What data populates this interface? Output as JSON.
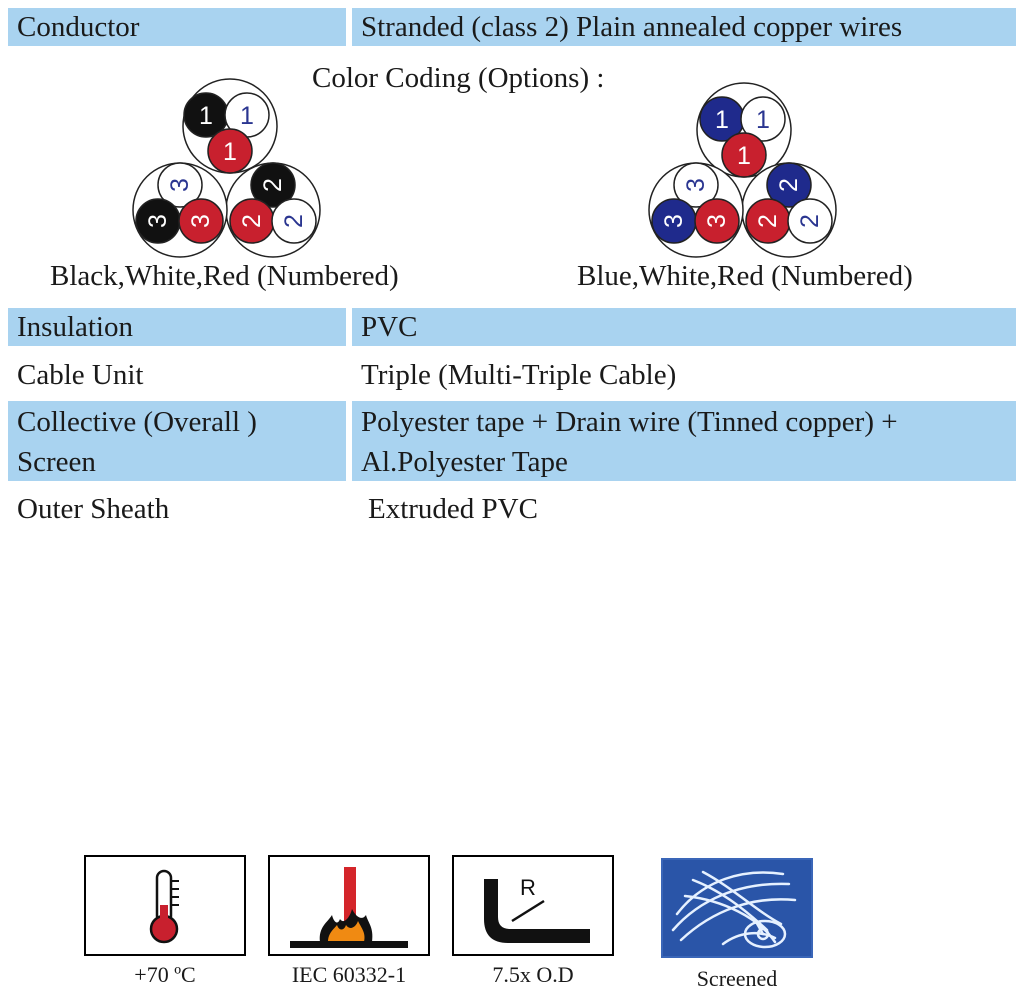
{
  "rows": {
    "conductor": {
      "label": "Conductor",
      "value": "Stranded (class 2) Plain annealed copper wires"
    },
    "insulation": {
      "label": "Insulation",
      "value": "PVC"
    },
    "cable_unit": {
      "label": "Cable Unit",
      "value": "Triple (Multi-Triple Cable)"
    },
    "screen": {
      "label_line1": "Collective (Overall )",
      "label_line2": "Screen",
      "value_line1": "Polyester tape + Drain wire (Tinned copper) +",
      "value_line2": "Al.Polyester Tape"
    },
    "outer_sheath": {
      "label": "Outer Sheath",
      "value": "Extruded PVC"
    }
  },
  "color_coding": {
    "heading": "Color Coding (Options) :",
    "option_a": {
      "caption": "Black,White,Red (Numbered)",
      "primary_color": "#111111",
      "numbers": [
        "1",
        "1",
        "1",
        "2",
        "2",
        "2",
        "3",
        "3",
        "3"
      ]
    },
    "option_b": {
      "caption": "Blue,White,Red (Numbered)",
      "primary_color": "#1f2a8c",
      "numbers": [
        "1",
        "1",
        "1",
        "2",
        "2",
        "2",
        "3",
        "3",
        "3"
      ]
    }
  },
  "colors": {
    "row_shade": "#a9d3f0",
    "red_core": "#c8202e",
    "white_core_text": "#2a3590",
    "screen_icon_bg": "#2a55a8"
  },
  "icons": [
    {
      "icon": "thermometer-icon",
      "label": "+70 ºC"
    },
    {
      "icon": "flame-icon",
      "label": "IEC 60332-1"
    },
    {
      "icon": "bend-radius-icon",
      "label": "7.5x O.D"
    },
    {
      "icon": "screened-icon",
      "label": "Screened"
    }
  ]
}
